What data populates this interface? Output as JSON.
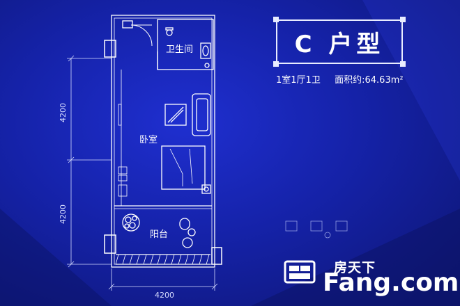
{
  "plan": {
    "title": "C 户型",
    "layout": "1室1厅1卫",
    "area_label": "面积约:",
    "area_value": "64.63m²",
    "rooms": {
      "bathroom": "卫生间",
      "bedroom": "卧室",
      "balcony": "阳台"
    },
    "dimensions": {
      "left_upper": "4200",
      "left_lower": "4200",
      "bottom": "4200"
    }
  },
  "watermark": {
    "cn": "房天下",
    "en": "Fang.com",
    "logo_icon": "fang-logo-icon"
  },
  "colors": {
    "background": "#1522a8",
    "line": "#ffffff",
    "accent": "#ffffff"
  }
}
